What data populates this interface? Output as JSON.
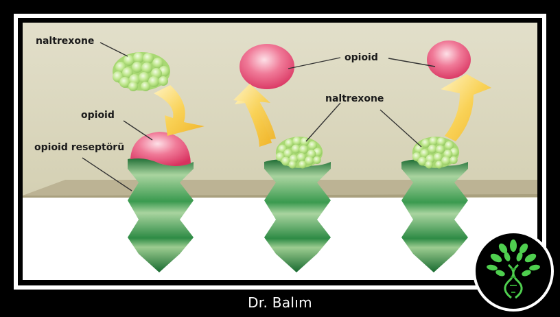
{
  "labels": {
    "naltrexone_left": "naltrexone",
    "opioid_left": "opioid",
    "receptor_left": "opioid reseptörü",
    "opioid_right": "opioid",
    "naltrexone_right": "naltrexone"
  },
  "caption": "Dr. Balım",
  "colors": {
    "receptor": "#2e8b45",
    "opioid": "#e8537a",
    "naltrexone": "#b5e07a",
    "arrow": "#f6c33a",
    "membrane": "#bcb394",
    "logo_leaf": "#4fcf4f"
  },
  "icons": {
    "logo": "dna-tree-icon"
  }
}
